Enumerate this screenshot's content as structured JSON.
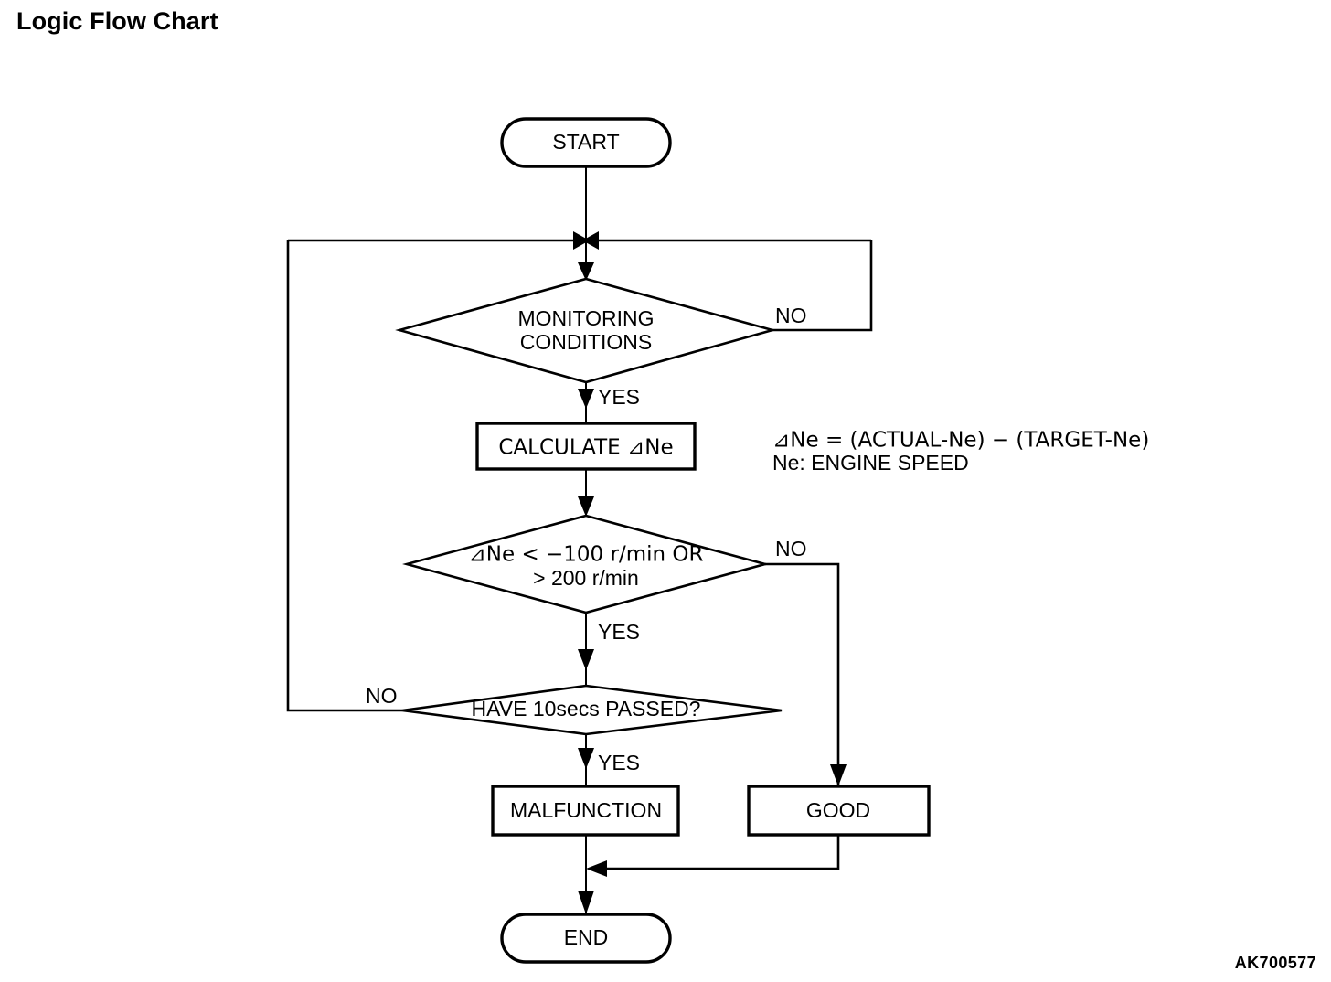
{
  "page": {
    "title": "Logic Flow Chart",
    "figure_code": "AK700577",
    "background_color": "#ffffff",
    "line_color": "#000000"
  },
  "chart_data": {
    "type": "diagram",
    "subtype": "flowchart",
    "title": "Logic Flow Chart",
    "nodes": [
      {
        "id": "start",
        "shape": "terminator",
        "label": "START"
      },
      {
        "id": "monitoring",
        "shape": "decision",
        "label_line1": "MONITORING",
        "label_line2": "CONDITIONS"
      },
      {
        "id": "calculate",
        "shape": "process",
        "label": "CALCULATE  ⊿Ne"
      },
      {
        "id": "threshold",
        "shape": "decision",
        "label_line1": "⊿Ne < −100 r/min OR",
        "label_line2": "> 200 r/min"
      },
      {
        "id": "timer",
        "shape": "decision",
        "label": "HAVE 10secs PASSED?"
      },
      {
        "id": "malfunction",
        "shape": "process",
        "label": "MALFUNCTION"
      },
      {
        "id": "good",
        "shape": "process",
        "label": "GOOD"
      },
      {
        "id": "end",
        "shape": "terminator",
        "label": "END"
      }
    ],
    "edges": [
      {
        "from": "start",
        "to": "monitoring",
        "label": ""
      },
      {
        "from": "monitoring",
        "to": "monitoring",
        "label": "NO"
      },
      {
        "from": "monitoring",
        "to": "calculate",
        "label": "YES"
      },
      {
        "from": "calculate",
        "to": "threshold",
        "label": ""
      },
      {
        "from": "threshold",
        "to": "good",
        "label": "NO"
      },
      {
        "from": "threshold",
        "to": "timer",
        "label": "YES"
      },
      {
        "from": "timer",
        "to": "monitoring",
        "label": "NO"
      },
      {
        "from": "timer",
        "to": "malfunction",
        "label": "YES"
      },
      {
        "from": "malfunction",
        "to": "end",
        "label": ""
      },
      {
        "from": "good",
        "to": "end",
        "label": ""
      }
    ],
    "labels": {
      "yes": "YES",
      "no": "NO"
    },
    "note": {
      "line1": "⊿Ne = (ACTUAL-Ne) − (TARGET-Ne)",
      "line2": "Ne: ENGINE SPEED"
    }
  },
  "nodes": {
    "start": {
      "label": "START"
    },
    "monitoring": {
      "line1": "MONITORING",
      "line2": "CONDITIONS"
    },
    "calculate": {
      "label": "CALCULATE  ⊿Ne"
    },
    "threshold": {
      "line1": "⊿Ne < −100 r/min OR",
      "line2": "> 200 r/min"
    },
    "timer": {
      "label": "HAVE 10secs PASSED?"
    },
    "malfunction": {
      "label": "MALFUNCTION"
    },
    "good": {
      "label": "GOOD"
    },
    "end": {
      "label": "END"
    }
  },
  "edge_labels": {
    "monitoring_no": "NO",
    "monitoring_yes": "YES",
    "threshold_no": "NO",
    "threshold_yes": "YES",
    "timer_no": "NO",
    "timer_yes": "YES"
  },
  "note": {
    "line1": "⊿Ne = (ACTUAL-Ne) − (TARGET-Ne)",
    "line2": "Ne: ENGINE SPEED"
  }
}
